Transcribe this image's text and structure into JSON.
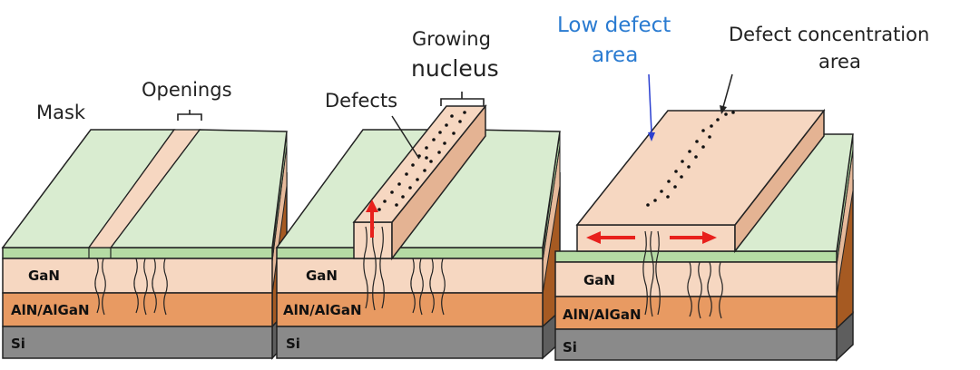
{
  "labels": {
    "mask": "Mask",
    "openings": "Openings",
    "defects": "Defects",
    "growing": "Growing",
    "nucleus": "nucleus",
    "low_defect_line1": "Low defect",
    "low_defect_line2": "area",
    "defect_conc_line1": "Defect concentration",
    "defect_conc_line2": "area"
  },
  "layers": {
    "gan": "GaN",
    "aln": "AlN/AlGaN",
    "si": "Si"
  },
  "colors": {
    "mask_top": "#d9ecd0",
    "mask_side": "#b5dba4",
    "gan_front": "#f6d7c1",
    "gan_side": "#e6b99a",
    "alns_front": "#e89a62",
    "alns_side": "#a65a22",
    "si_front": "#8a8a8a",
    "si_side": "#5e5e5e",
    "growth_top": "#f6d7c1",
    "growth_side": "#e4b393",
    "arrow": "#e8201c",
    "blue_label": "#2a7bd1"
  }
}
